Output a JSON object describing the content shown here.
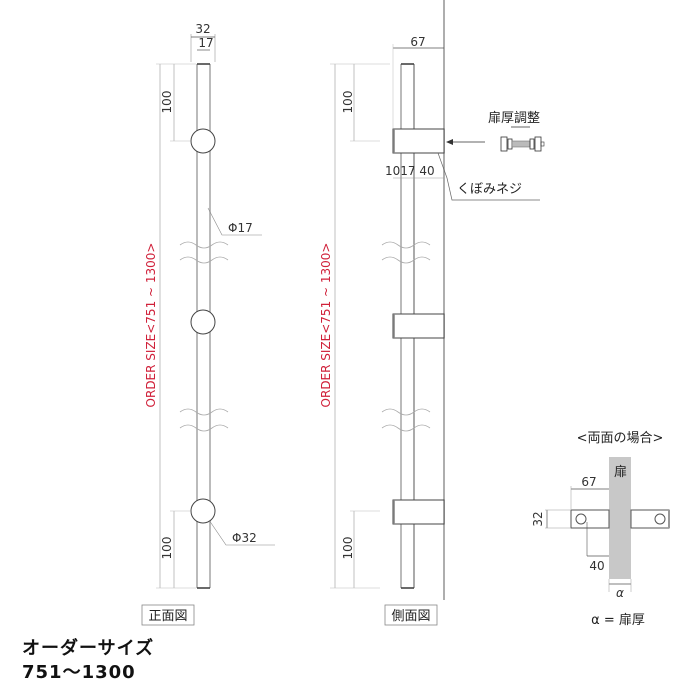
{
  "front_view": {
    "label": "正面図",
    "dim_top_outer": "32",
    "dim_top_inner": "17",
    "dim_top_spacing": "100",
    "dim_bottom_spacing": "100",
    "pipe_diameter": "Φ17",
    "boss_diameter": "Φ32",
    "order_size": "ORDER SIZE<751 ~ 1300>"
  },
  "side_view": {
    "label": "側面図",
    "dim_projection": "67",
    "dim_top_spacing": "100",
    "dim_bottom_spacing": "100",
    "dim_bracket": "1017 40",
    "order_size": "ORDER SIZE<751 ~ 1300>",
    "door_thickness_adjust": "扉厚調整",
    "recessed_screw": "くぼみネジ"
  },
  "both_sides": {
    "title": "<両面の場合>",
    "door_label": "扉",
    "dim_projection": "67",
    "dim_height": "32",
    "dim_hole": "40",
    "alpha": "α",
    "legend": "α = 扉厚"
  },
  "footer": {
    "line1": "オーダーサイズ",
    "line2": "751〜1300"
  },
  "colors": {
    "line": "#555555",
    "accent_red": "#d0213a",
    "door_gray": "#c8c8c8"
  }
}
